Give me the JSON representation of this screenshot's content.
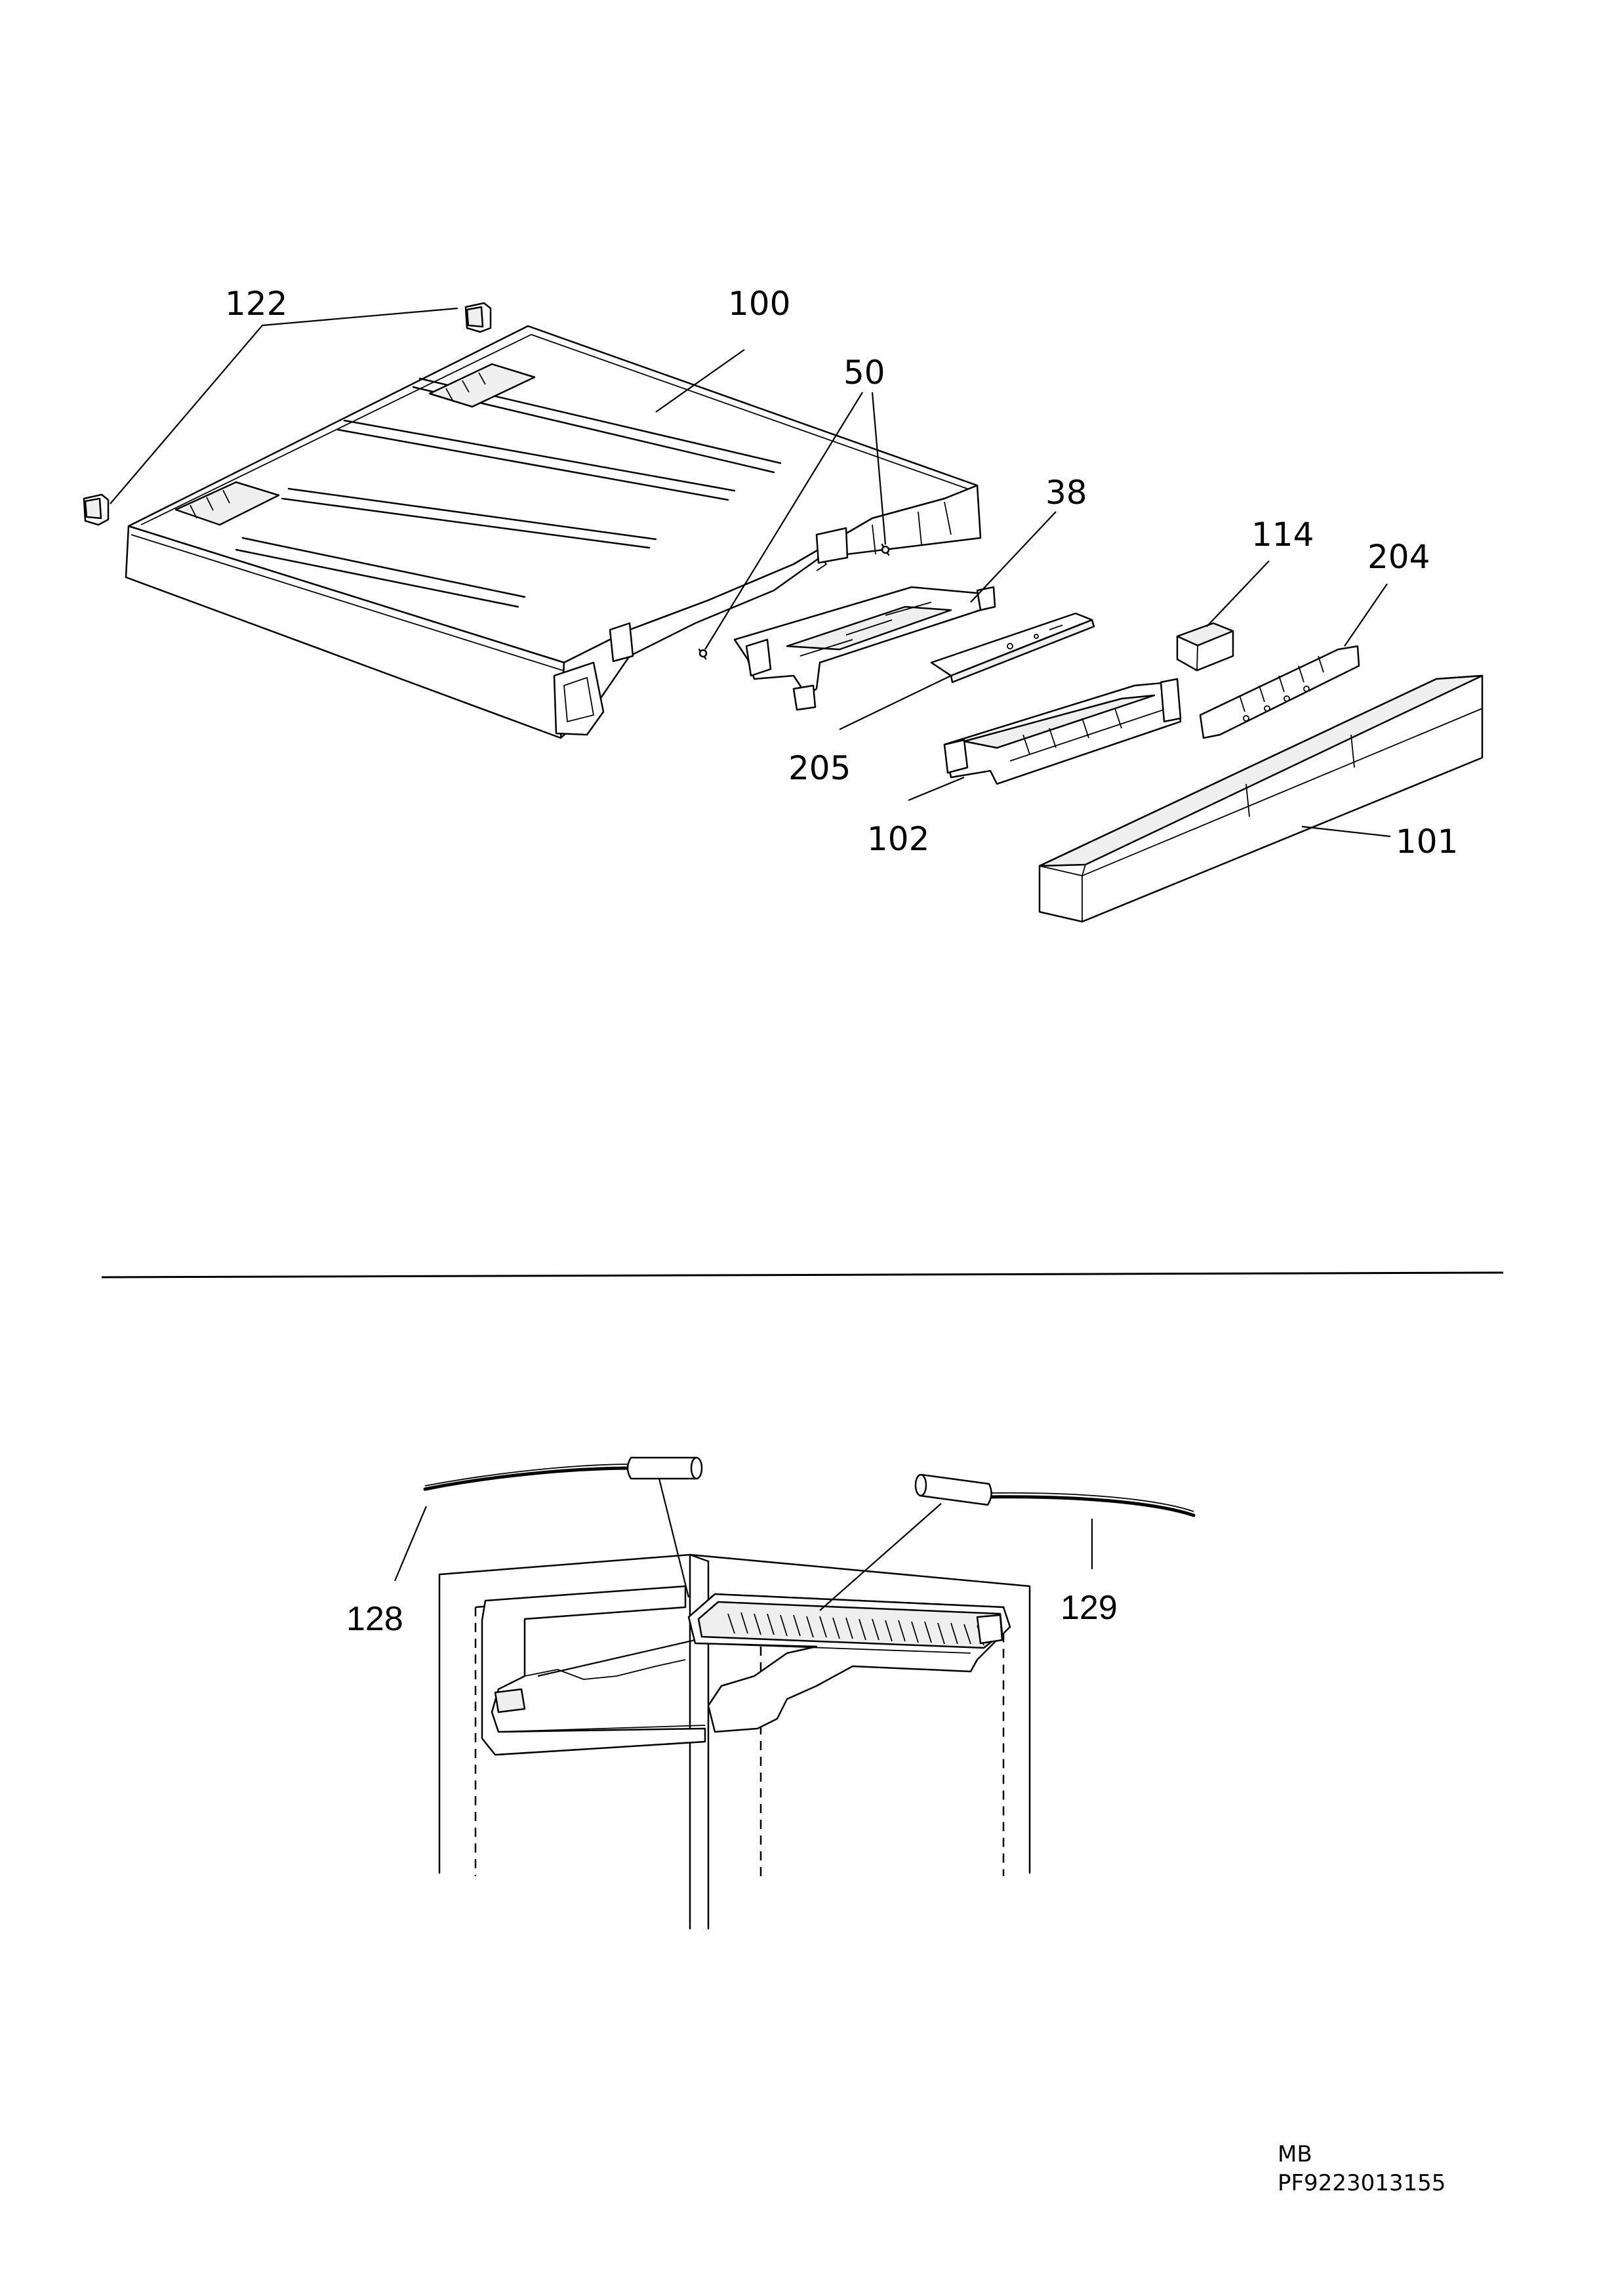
{
  "drawing": {
    "labels": {
      "p122": "122",
      "p100": "100",
      "p50": "50",
      "p38": "38",
      "p114": "114",
      "p204": "204",
      "p205": "205",
      "p102": "102",
      "p101": "101",
      "p128": "128",
      "p129": "129"
    }
  },
  "footer": {
    "line1": "MB",
    "line2": "PF9223013155"
  }
}
